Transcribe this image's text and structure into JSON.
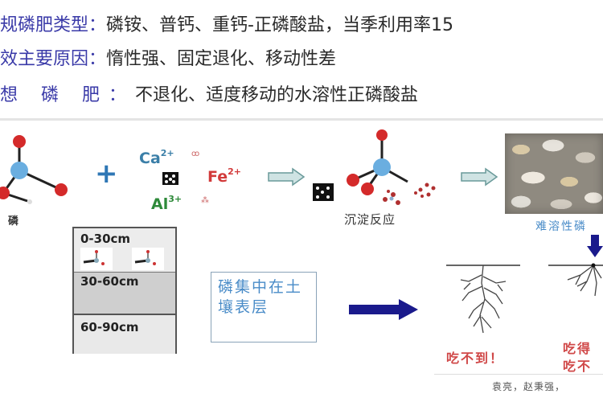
{
  "header": {
    "lines": [
      {
        "label": "规磷肥类型：",
        "value": "磷铵、普钙、重钙-正磷酸盐，当季利用率15"
      },
      {
        "label": "效主要原因：",
        "value": "惰性强、固定退化、移动性差"
      },
      {
        "label": "想 磷 肥：",
        "value": "不退化、适度移动的水溶性正磷酸盐"
      }
    ]
  },
  "reaction": {
    "phosphate_label": "磷",
    "plus": "+",
    "ions": [
      {
        "symbol": "Ca",
        "charge": "2+",
        "color": "#3b7fa8"
      },
      {
        "symbol": "Fe",
        "charge": "2+",
        "color": "#d23a3a"
      },
      {
        "symbol": "Al",
        "charge": "3+",
        "color": "#2e8a3a"
      }
    ],
    "precipitation_label": "沉淀反应",
    "insoluble_label": "难溶性磷"
  },
  "soil_profile": {
    "layers": [
      {
        "depth": "0-30cm"
      },
      {
        "depth": "30-60cm"
      },
      {
        "depth": "60-90cm"
      }
    ]
  },
  "concentration_box": {
    "text": "磷集中在土壤表层"
  },
  "roots": {
    "left_caption": "吃不到！",
    "right_caption_line1": "吃得",
    "right_caption_line2": "吃不"
  },
  "citation": "袁亮，赵秉强，",
  "colors": {
    "label_blue": "#3a3aa8",
    "arrow_navy": "#1a1a8c",
    "caption_red": "#d04848",
    "caption_blue": "#4a8cc8",
    "phosphorus_atom": "#6aaee0",
    "oxygen_atom": "#d42a2a"
  }
}
